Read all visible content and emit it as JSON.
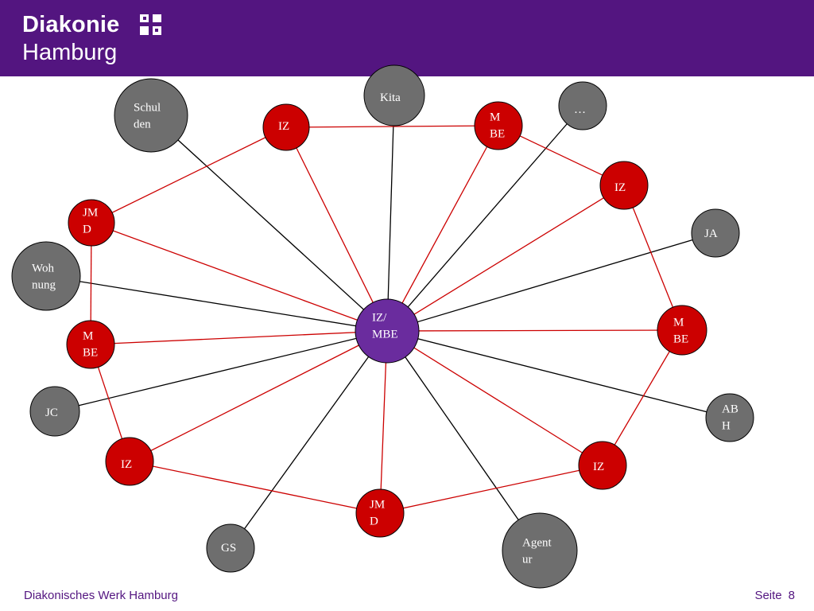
{
  "header": {
    "brand": "Diakonie",
    "city": "Hamburg",
    "logo_icon": "diakonie-cross-logo",
    "background": "#531580"
  },
  "footer": {
    "organization": "Diakonisches Werk Hamburg",
    "page_label": "Seite",
    "page_number": "8"
  },
  "colors": {
    "red_node": "#CC0000",
    "gray_node": "#6E6E6E",
    "center_node": "#6A2C9E",
    "red_edge": "#CC0000",
    "black_edge": "#000000"
  },
  "nodes": [
    {
      "id": "center",
      "kind": "center",
      "lines": [
        "IZ/",
        "MBE"
      ]
    },
    {
      "id": "kita",
      "kind": "gray",
      "lines": [
        "Kita"
      ]
    },
    {
      "id": "ellipsis",
      "kind": "gray",
      "lines": [
        "…"
      ]
    },
    {
      "id": "schulden",
      "kind": "gray",
      "lines": [
        "Schul",
        "den"
      ]
    },
    {
      "id": "iz-top",
      "kind": "red",
      "lines": [
        "IZ"
      ]
    },
    {
      "id": "mbe-top",
      "kind": "red",
      "lines": [
        "M",
        "BE"
      ]
    },
    {
      "id": "iz-right-top",
      "kind": "red",
      "lines": [
        "IZ"
      ]
    },
    {
      "id": "ja",
      "kind": "gray",
      "lines": [
        "JA"
      ]
    },
    {
      "id": "jmd-left",
      "kind": "red",
      "lines": [
        "JM",
        "D"
      ]
    },
    {
      "id": "wohnung",
      "kind": "gray",
      "lines": [
        "Woh",
        "nung"
      ]
    },
    {
      "id": "mbe-right",
      "kind": "red",
      "lines": [
        "M",
        "BE"
      ]
    },
    {
      "id": "mbe-left",
      "kind": "red",
      "lines": [
        "M",
        "BE"
      ]
    },
    {
      "id": "jc",
      "kind": "gray",
      "lines": [
        "JC"
      ]
    },
    {
      "id": "abh",
      "kind": "gray",
      "lines": [
        "AB",
        "H"
      ]
    },
    {
      "id": "iz-left-bottom",
      "kind": "red",
      "lines": [
        "IZ"
      ]
    },
    {
      "id": "iz-right-bottom",
      "kind": "red",
      "lines": [
        "IZ"
      ]
    },
    {
      "id": "jmd-bottom",
      "kind": "red",
      "lines": [
        "JM",
        "D"
      ]
    },
    {
      "id": "gs",
      "kind": "gray",
      "lines": [
        "GS"
      ]
    },
    {
      "id": "agentur",
      "kind": "gray",
      "lines": [
        "Agent",
        "ur"
      ]
    }
  ],
  "edges": [
    {
      "from": "center",
      "to": "kita",
      "color": "black"
    },
    {
      "from": "center",
      "to": "ellipsis",
      "color": "black"
    },
    {
      "from": "center",
      "to": "schulden",
      "color": "black"
    },
    {
      "from": "center",
      "to": "ja",
      "color": "black"
    },
    {
      "from": "center",
      "to": "wohnung",
      "color": "black"
    },
    {
      "from": "center",
      "to": "jc",
      "color": "black"
    },
    {
      "from": "center",
      "to": "abh",
      "color": "black"
    },
    {
      "from": "center",
      "to": "gs",
      "color": "black"
    },
    {
      "from": "center",
      "to": "agentur",
      "color": "black"
    },
    {
      "from": "center",
      "to": "iz-top",
      "color": "red"
    },
    {
      "from": "center",
      "to": "mbe-top",
      "color": "red"
    },
    {
      "from": "center",
      "to": "iz-right-top",
      "color": "red"
    },
    {
      "from": "center",
      "to": "mbe-right",
      "color": "red"
    },
    {
      "from": "center",
      "to": "iz-right-bottom",
      "color": "red"
    },
    {
      "from": "center",
      "to": "jmd-bottom",
      "color": "red"
    },
    {
      "from": "center",
      "to": "iz-left-bottom",
      "color": "red"
    },
    {
      "from": "center",
      "to": "mbe-left",
      "color": "red"
    },
    {
      "from": "center",
      "to": "jmd-left",
      "color": "red"
    },
    {
      "from": "iz-top",
      "to": "mbe-top",
      "color": "red"
    },
    {
      "from": "mbe-top",
      "to": "iz-right-top",
      "color": "red"
    },
    {
      "from": "iz-right-top",
      "to": "mbe-right",
      "color": "red"
    },
    {
      "from": "mbe-right",
      "to": "iz-right-bottom",
      "color": "red"
    },
    {
      "from": "iz-right-bottom",
      "to": "jmd-bottom",
      "color": "red"
    },
    {
      "from": "jmd-bottom",
      "to": "iz-left-bottom",
      "color": "red"
    },
    {
      "from": "iz-left-bottom",
      "to": "mbe-left",
      "color": "red"
    },
    {
      "from": "mbe-left",
      "to": "jmd-left",
      "color": "red"
    },
    {
      "from": "jmd-left",
      "to": "iz-top",
      "color": "red"
    }
  ]
}
